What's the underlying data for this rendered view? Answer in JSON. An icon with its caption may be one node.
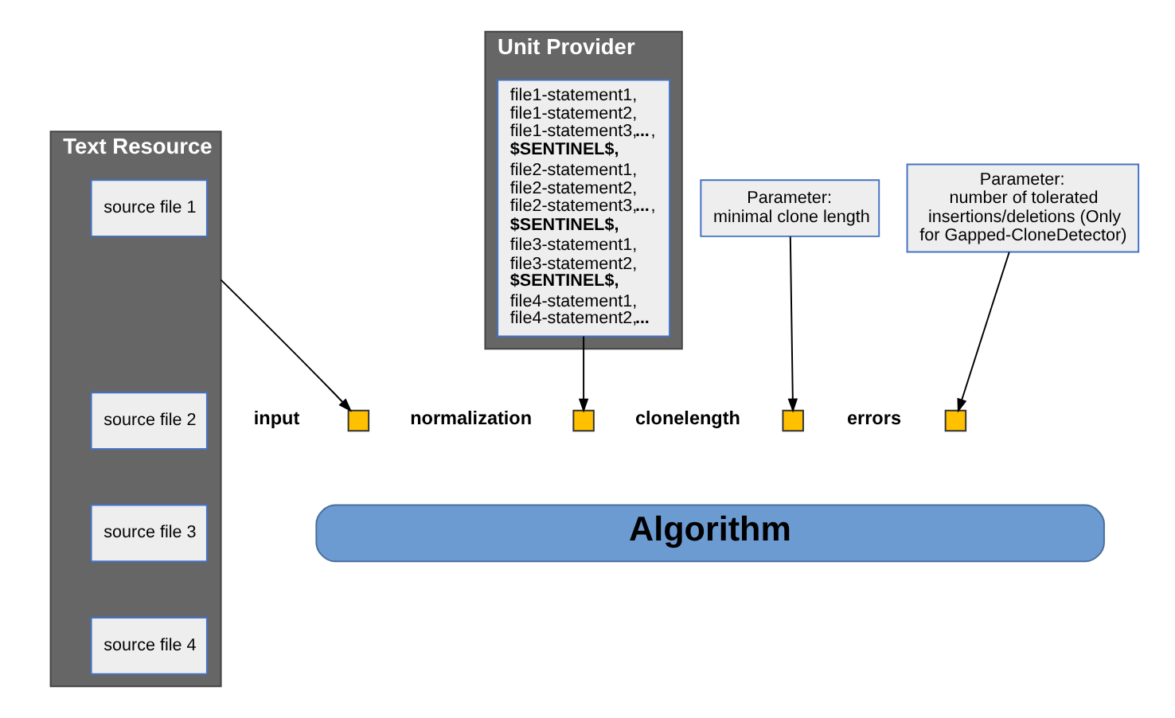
{
  "diagram": {
    "nodes": [
      {
        "text": [
          "Text Resource"
        ]
      },
      {
        "text": [
          "source file 1"
        ],
        "in": 0
      },
      {
        "text": [
          "source file 2"
        ],
        "in": 0
      },
      {
        "text": [
          "source file 3"
        ],
        "in": 0
      },
      {
        "text": [
          "source file 4"
        ],
        "in": 0
      },
      {
        "text": [
          "Unit Provider"
        ]
      },
      {
        "text": [
          "file1-statement1,",
          "file1-statement2,",
          "file1-statement3,**...**,",
          "$SENTINEL$,",
          "file2-statement1,",
          "file2-statement2,",
          "file2-statement3,**...**,",
          "$SENTINEL$,",
          "file3-statement1,",
          "file3-statement2,",
          "$SENTINEL$,",
          "file4-statement1,",
          "file4-statement2,**...**"
        ],
        "in": 5
      },
      {
        "text": [
          "Parameter:",
          "minimal clone length"
        ]
      },
      {
        "text": [
          "Parameter:",
          "number of tolerated insertions/deletions (Only for Gapped-CloneDetector)"
        ]
      },
      {
        "text": [
          "Algorithm"
        ]
      },
      {
        "text": [],
        "shape": "box",
        "beside": [
          "input"
        ]
      },
      {
        "text": [],
        "shape": "box",
        "beside": [
          "normalization"
        ]
      },
      {
        "text": [],
        "shape": "box",
        "beside": [
          "clonelength"
        ]
      },
      {
        "text": [],
        "shape": "box",
        "beside": [
          "errors"
        ]
      }
    ],
    "edges": [
      {
        "from": 0,
        "to": 10,
        "arrow": "to"
      },
      {
        "from": 6,
        "to": 11,
        "arrow": "to"
      },
      {
        "from": 7,
        "to": 12,
        "arrow": "to"
      },
      {
        "from": 8,
        "to": 13,
        "arrow": "to"
      }
    ]
  }
}
